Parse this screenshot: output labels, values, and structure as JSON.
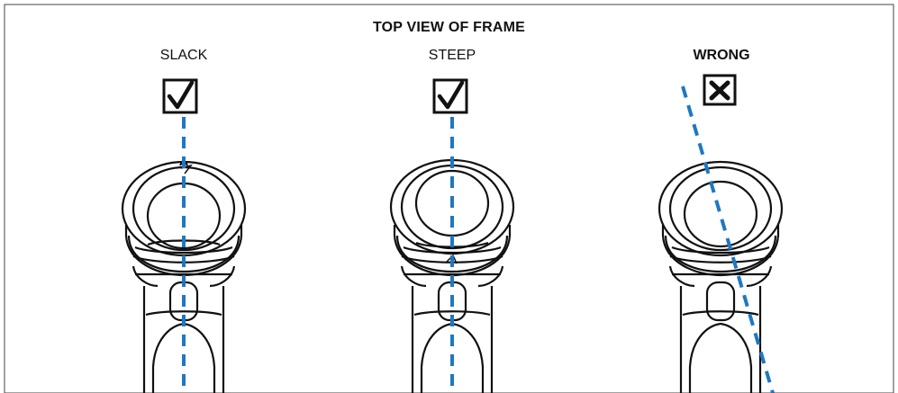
{
  "title": "TOP VIEW OF FRAME",
  "panels": [
    {
      "label": "SLACK",
      "mark": "check-icon",
      "verdict": "correct"
    },
    {
      "label": "STEEP",
      "mark": "check-icon",
      "verdict": "correct"
    },
    {
      "label": "WRONG",
      "mark": "x-icon",
      "verdict": "wrong"
    }
  ],
  "colors": {
    "axis_line": "#1f78c1",
    "stroke": "#111111",
    "border": "#444444"
  }
}
